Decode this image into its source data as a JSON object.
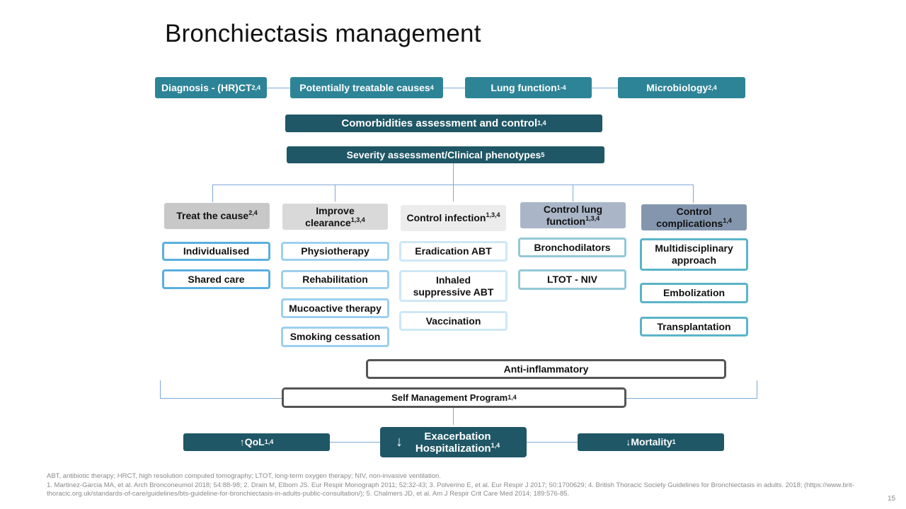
{
  "title": "Bronchiectasis management",
  "top_row": [
    {
      "label": "Diagnosis - (HR)CT",
      "sup": "2,4"
    },
    {
      "label": "Potentially treatable causes",
      "sup": "4"
    },
    {
      "label": "Lung function",
      "sup": "1-4"
    },
    {
      "label": "Microbiology",
      "sup": "2,4"
    }
  ],
  "comorbidities": {
    "label": "Comorbidities assessment and control",
    "sup": "1,4"
  },
  "severity": {
    "label": "Severity assessment/Clinical  phenotypes",
    "sup": "5"
  },
  "categories": [
    {
      "label": "Treat the cause",
      "sup": "2,4",
      "color": "#c8c8c8",
      "items": [
        "Individualised",
        "Shared care"
      ],
      "item_border": "#5aafe0"
    },
    {
      "label": "Improve clearance",
      "sup": "1,3,4",
      "color": "#d9d9d9",
      "items": [
        "Physiotherapy",
        "Rehabilitation",
        "Mucoactive therapy",
        "Smoking cessation"
      ],
      "item_border": "#9dd0ee"
    },
    {
      "label": "Control infection",
      "sup": "1,3,4",
      "color": "#ececec",
      "items": [
        "Eradication ABT",
        "Inhaled suppressive ABT",
        "Vaccination"
      ],
      "item_border": "#cfe7f4"
    },
    {
      "label": "Control lung function",
      "sup": "1,3,4",
      "color": "#aab6c8",
      "items": [
        "Bronchodilators",
        "LTOT - NIV"
      ],
      "item_border": "#94c8d8"
    },
    {
      "label": "Control complications",
      "sup": "1,4",
      "color": "#8496ae",
      "items": [
        "Multidisciplinary approach",
        "Embolization",
        "Transplantation"
      ],
      "item_border": "#5ab4c8"
    }
  ],
  "anti_inflammatory": "Anti-inflammatory",
  "self_management": {
    "label": "Self Management Program",
    "sup": "1,4"
  },
  "outcomes": [
    {
      "arrow": "↑",
      "label": "QoL",
      "sup": "1,4"
    },
    {
      "arrow": "↓",
      "label": "Exacerbation Hospitalization",
      "sup": "1,4"
    },
    {
      "arrow": "↓",
      "label": "Mortality",
      "sup": "1"
    }
  ],
  "footnotes": {
    "abbrev": "ABT, antibiotic therapy; HRCT,  high resolution computed tomography; LTOT, long-term oxygen therapy; NIV, non-invasive ventilation.",
    "refs": "1. Martinez-Garcia MA, et al. Arch Bronconeumol 2018; 54:88-98; 2. Drain M, Elborn JS. Eur Respir Monograph 2011; 52:32-43; 3. Polverino E, et al. Eur Respir J 2017; 50:1700629; 4. British Thoracic Society Guidelines  for Bronchiectasis in adults. 2018; (https://www.brit-thoracic.org.uk/standards-of-care/guidelines/bts-guideline-for-bronchiectasis-in-adults-public-consultation/); 5. Chalmers JD, et al. Am J Respir Crit Care Med 2014; 189:576-85."
  },
  "page_number": "15"
}
